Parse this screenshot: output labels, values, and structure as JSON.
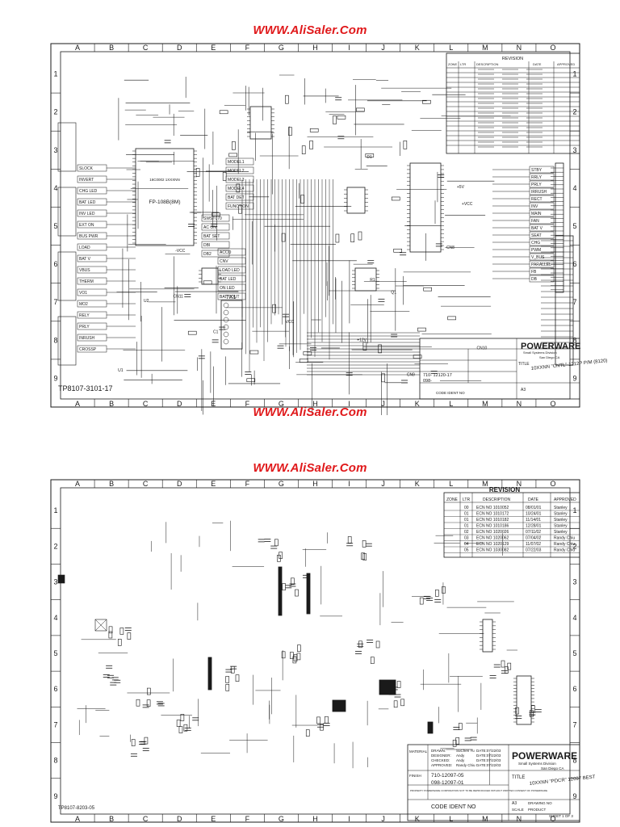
{
  "watermarks": {
    "top": "WWW.AliSaler.Com",
    "middle": "WWW.AliSaler.Com",
    "lower": "WWW.AliSaler.Com"
  },
  "border": {
    "columns": [
      "A",
      "B",
      "C",
      "D",
      "E",
      "F",
      "G",
      "H",
      "I",
      "J",
      "K",
      "L",
      "M",
      "N",
      "O"
    ],
    "rows": [
      "1",
      "2",
      "3",
      "4",
      "5",
      "6",
      "7",
      "8",
      "9"
    ]
  },
  "sheet1": {
    "doc_number": "TP8107-3101-17",
    "revision_title": "REVISION",
    "revision_headers": [
      "ZONE",
      "LTR",
      "DESCRIPTION",
      "DATE",
      "APPROVED"
    ],
    "main_ic": "FP-108B(8M)",
    "main_ic_sub": "16C0002 1XXXNN",
    "transformer": "TX1",
    "company": "POWERWARE",
    "company_sub": "Small Systems Division",
    "company_city": "San Diego CA",
    "title_label": "TITLE",
    "title_value": "10XXNN \"CNTL\" 1212P P/M (8120)",
    "doc_ref": "710- 12120-17",
    "doc_ref2": "098-",
    "code_ident": "CODE IDENT NO",
    "size_label": "A3",
    "labels_left": [
      "SLOCK",
      "INVERT",
      "CHG LED",
      "BAT LED",
      "INV LED",
      "EXT ON",
      "BUS PWR",
      "LOAD",
      "BAT V",
      "VBUS",
      "THERM",
      "VO1",
      "MO2",
      "RELY",
      "PRLY",
      "INRUSH",
      "CROSSP"
    ],
    "labels_mid": [
      "MODEL1",
      "MODEL2",
      "MODEL3",
      "MODEL4",
      "BAT DET",
      "FUNCTION",
      "SWST070",
      "AC ON",
      "BAT SET",
      "DBI",
      "DB2",
      "ACCO",
      "CNV",
      "LOAD LED",
      "BAT LED",
      "ON LED",
      "BAT VOUT"
    ],
    "labels_right": [
      "STBY",
      "RRLY",
      "PRLY",
      "IRRUSH",
      "RECT",
      "INV",
      "MAIN",
      "FAN",
      "BAT V",
      "SEAT",
      "CHG",
      "PWM",
      "V_BUS",
      "PARALLEL",
      "FB",
      "DB"
    ],
    "labels_misc": [
      "+5V",
      "+12V",
      "VCC",
      "-VCC",
      "+VCC",
      "CN8",
      "CN9",
      "CN10",
      "CN11",
      "U1",
      "U2",
      "R1",
      "C1",
      "D1",
      "Q1"
    ]
  },
  "sheet2": {
    "doc_number": "TP8107-8203-05",
    "revision_title": "REVISION",
    "revision_headers": [
      "ZONE",
      "LTR",
      "DESCRIPTION",
      "DATE",
      "APPROVED"
    ],
    "revisions": [
      {
        "zone": "",
        "ltr": "00",
        "desc": "ECN NO 1010052",
        "date": "08/01/01",
        "by": "Stanley"
      },
      {
        "zone": "",
        "ltr": "01",
        "desc": "ECN NO 1010172",
        "date": "10/24/01",
        "by": "Stanley"
      },
      {
        "zone": "",
        "ltr": "01",
        "desc": "ECN NO 1010182",
        "date": "11/14/01",
        "by": "Stanley"
      },
      {
        "zone": "",
        "ltr": "01",
        "desc": "ECN NO 1010186",
        "date": "12/28/01",
        "by": "Stanley"
      },
      {
        "zone": "",
        "ltr": "02",
        "desc": "ECN NO 1020026",
        "date": "07/11/02",
        "by": "Stanley"
      },
      {
        "zone": "",
        "ltr": "03",
        "desc": "ECN NO 1020062",
        "date": "07/04/02",
        "by": "Randy Chiu"
      },
      {
        "zone": "",
        "ltr": "04",
        "desc": "ECN NO 1020129",
        "date": "11/07/02",
        "by": "Randy Chiu"
      },
      {
        "zone": "",
        "ltr": "05",
        "desc": "ECN NO 1030082",
        "date": "07/22/03",
        "by": "Randy Chiu"
      }
    ],
    "material_label": "MATERIAL",
    "finish_label": "FINISH",
    "drawn": "DRAWN",
    "drawn_by": "SuChen Yu",
    "designer": "DESIGNER",
    "designer_by": "Andy",
    "checked": "CHECKED",
    "checked_by": "Andy",
    "approved": "APPROVED",
    "approved_by": "Randy Chiu",
    "dates": [
      "DATE:07/22/03",
      "DATE:07/22/03",
      "DATE:07/22/03",
      "DATE:07/22/03"
    ],
    "doc_ref": "710-12097-05",
    "doc_ref2": "098-12097-01",
    "company": "POWERWARE",
    "company_sub": "Small Systems Division",
    "company_city": "San Diego CA",
    "title_label": "TITLE",
    "title_value": "10XXNN \"PDCR\" 12097 BEST",
    "code_ident": "CODE IDENT NO",
    "size_label": "A3",
    "scale_label": "SCALE",
    "drawing_no": "DRAWING NO",
    "product": "PRODUCT",
    "sheet": "SHEET 1 OF 3",
    "property_note": "PROPERTY POWERWARE CORPORATION NOT TO BE REPRODUCED WITHOUT WRITTEN CONSENT OF POWERWARE"
  },
  "colors": {
    "watermark": "#e0191b",
    "line": "#1a1a1a",
    "background": "#ffffff"
  }
}
